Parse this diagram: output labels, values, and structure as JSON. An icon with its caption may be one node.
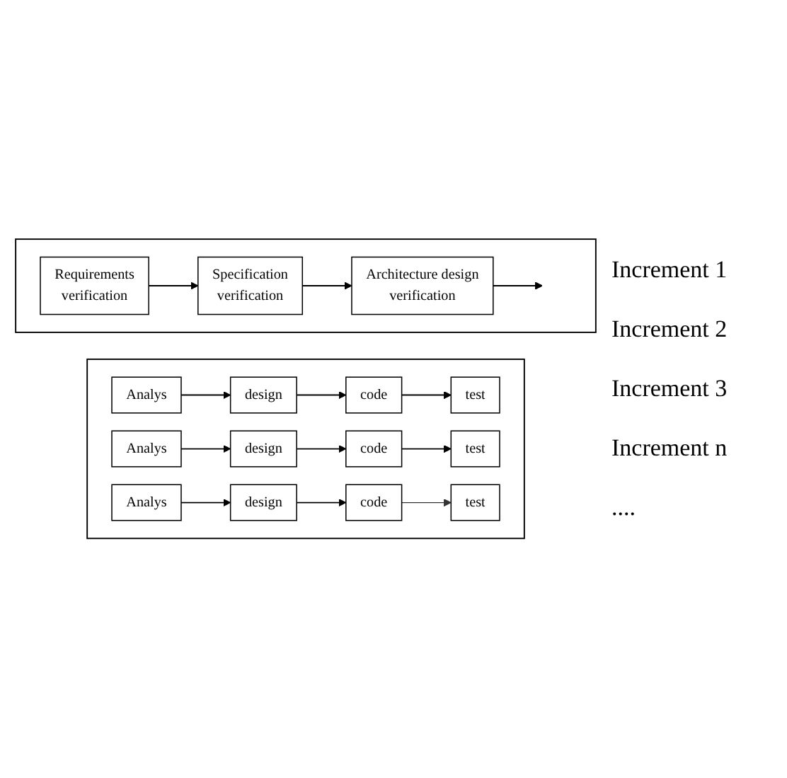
{
  "diagram": {
    "nodes": [
      {
        "text": [],
        "shape": "box"
      },
      {
        "text": [
          "Requirements",
          "verification"
        ],
        "in": 0
      },
      {
        "text": [
          "Specification",
          "verification"
        ],
        "in": 0
      },
      {
        "text": [
          "Architecture design",
          "verification"
        ],
        "in": 0
      },
      {
        "text": [],
        "shape": "box"
      },
      {
        "text": [
          "Analys"
        ],
        "in": 4
      },
      {
        "text": [
          "design"
        ],
        "in": 4
      },
      {
        "text": [
          "code"
        ],
        "in": 4
      },
      {
        "text": [
          "test"
        ],
        "in": 4
      },
      {
        "text": [
          "Analys"
        ],
        "in": 4
      },
      {
        "text": [
          "design"
        ],
        "in": 4
      },
      {
        "text": [
          "code"
        ],
        "in": 4
      },
      {
        "text": [
          "test"
        ],
        "in": 4
      },
      {
        "text": [
          "Analys"
        ],
        "in": 4
      },
      {
        "text": [
          "design"
        ],
        "in": 4
      },
      {
        "text": [
          "code"
        ],
        "in": 4
      },
      {
        "text": [
          "test"
        ],
        "in": 4
      }
    ],
    "edges": [
      {
        "from": 1,
        "to": 2,
        "arrow": "to"
      },
      {
        "from": 2,
        "to": 3,
        "arrow": "to"
      },
      {
        "from": 3,
        "to": null,
        "arrow": "to"
      },
      {
        "from": 5,
        "to": 6,
        "arrow": "to"
      },
      {
        "from": 6,
        "to": 7,
        "arrow": "to"
      },
      {
        "from": 7,
        "to": 8,
        "arrow": "to"
      },
      {
        "from": 9,
        "to": 10,
        "arrow": "to"
      },
      {
        "from": 10,
        "to": 11,
        "arrow": "to"
      },
      {
        "from": 11,
        "to": 12,
        "arrow": "to"
      },
      {
        "from": 13,
        "to": 14,
        "arrow": "to"
      },
      {
        "from": 14,
        "to": 15,
        "arrow": "to"
      },
      {
        "from": 15,
        "to": 16,
        "arrow": "to"
      }
    ],
    "labels": [
      "Increment 1",
      "Increment 2",
      "Increment 3",
      "Increment n",
      "...."
    ]
  }
}
